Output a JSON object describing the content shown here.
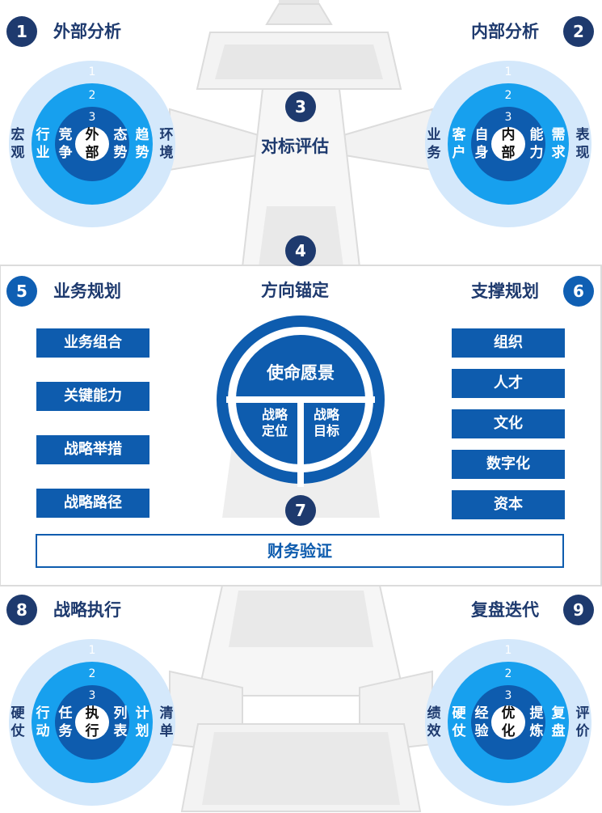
{
  "modules": {
    "external": {
      "num": "1",
      "title": "外部分析",
      "ring_numbers": [
        "1",
        "2",
        "3"
      ],
      "labels": {
        "outer_left": "宏观",
        "outer_right": "环境",
        "mid_left": "行业",
        "mid_right": "趋势",
        "inner_left": "竞争",
        "inner_right": "态势",
        "center": "外部"
      }
    },
    "internal": {
      "num": "2",
      "title": "内部分析",
      "ring_numbers": [
        "1",
        "2",
        "3"
      ],
      "labels": {
        "outer_left": "业务",
        "outer_right": "表现",
        "mid_left": "客户",
        "mid_right": "需求",
        "inner_left": "自身",
        "inner_right": "能力",
        "center": "内部"
      }
    },
    "benchmark": {
      "num": "3",
      "title": "对标评估"
    },
    "direction": {
      "num": "4",
      "title": "方向锚定"
    },
    "business_planning": {
      "num": "5",
      "title": "业务规划",
      "items": [
        "业务组合",
        "关键能力",
        "战略举措",
        "战略路径"
      ]
    },
    "support_planning": {
      "num": "6",
      "title": "支撑规划",
      "items": [
        "组织",
        "人才",
        "文化",
        "数字化",
        "资本"
      ]
    },
    "finance": {
      "num": "7",
      "title": "财务验证"
    },
    "execution": {
      "num": "8",
      "title": "战略执行",
      "ring_numbers": [
        "1",
        "2",
        "3"
      ],
      "labels": {
        "outer_left": "硬仗",
        "outer_right": "清单",
        "mid_left": "行动",
        "mid_right": "计划",
        "inner_left": "任务",
        "inner_right": "列表",
        "center": "执行"
      }
    },
    "review": {
      "num": "9",
      "title": "复盘迭代",
      "ring_numbers": [
        "1",
        "2",
        "3"
      ],
      "labels": {
        "outer_left": "绩效",
        "outer_right": "评价",
        "mid_left": "硬仗",
        "mid_right": "复盘",
        "inner_left": "经验",
        "inner_right": "提炼",
        "center": "优化"
      }
    }
  },
  "wheel": {
    "top": "使命愿景",
    "bottom_left": "战略定位",
    "bottom_right": "战略目标"
  },
  "colors": {
    "dark_navy": "#1e3a6e",
    "primary_blue": "#0e5cae",
    "light_blue": "#17a0ee",
    "pale_blue": "#d4e8fb",
    "road_grey": "#f0f0f0"
  }
}
